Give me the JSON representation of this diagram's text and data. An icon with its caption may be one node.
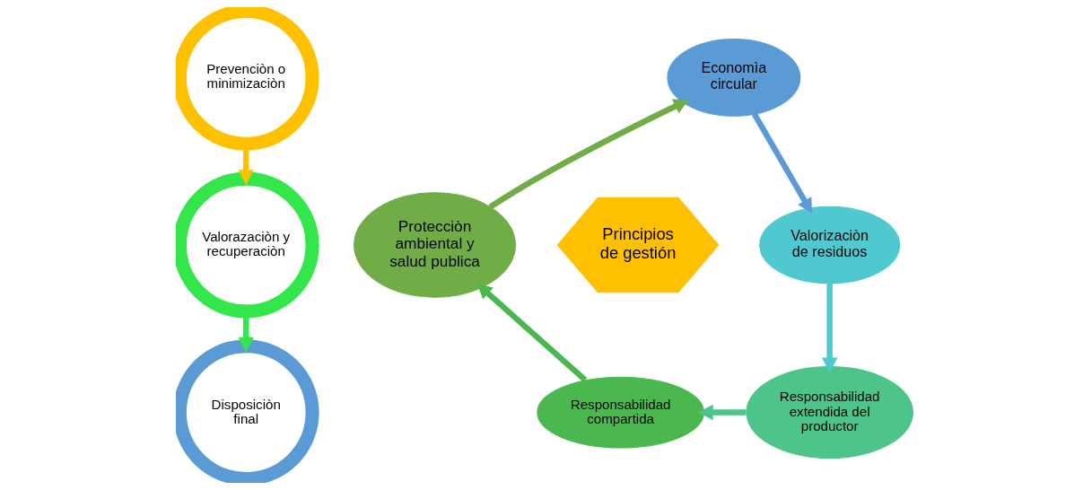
{
  "diagram": {
    "nodes": [
      {
        "text": [
          "Prevenciòn o minimizaciòn"
        ]
      },
      {
        "text": [
          "Valorazaciòn y recuperaciòn"
        ]
      },
      {
        "text": [
          "Disposiciòn final"
        ]
      },
      {
        "text": [
          "Economìa circular"
        ]
      },
      {
        "text": [
          "Valorizaciòn de residuos"
        ]
      },
      {
        "text": [
          "Responsabilidad extendida del productor"
        ]
      },
      {
        "text": [
          "Responsabilidad compartida"
        ]
      },
      {
        "text": [
          "Protecciòn ambiental y salud publica"
        ]
      },
      {
        "text": [
          "Principios de gestión"
        ]
      }
    ],
    "edges": [
      {
        "from": 0,
        "to": 1,
        "arrow": "to",
        "color": "#ffc000"
      },
      {
        "from": 1,
        "to": 2,
        "arrow": "to",
        "color": "#33e64a"
      },
      {
        "from": 3,
        "to": 4,
        "arrow": "to",
        "color": "#5b9bd5"
      },
      {
        "from": 4,
        "to": 5,
        "arrow": "to",
        "color": "#4fc8cf"
      },
      {
        "from": 5,
        "to": 6,
        "arrow": "to",
        "color": "#4dc48a"
      },
      {
        "from": 6,
        "to": 7,
        "arrow": "to",
        "color": "#4ab84e"
      },
      {
        "from": 7,
        "to": 3,
        "arrow": "to",
        "color": "#70ad47"
      }
    ]
  }
}
